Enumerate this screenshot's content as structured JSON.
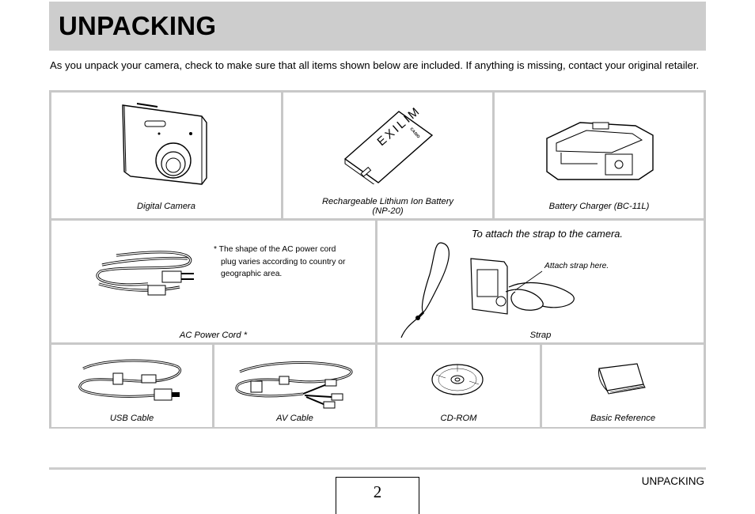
{
  "header": {
    "title": "UNPACKING"
  },
  "intro_text": "As you unpack your camera, check to make sure that all items shown below are included. If anything is missing, contact your original retailer.",
  "items": {
    "camera": {
      "caption": "Digital Camera"
    },
    "battery": {
      "caption_line1": "Rechargeable Lithium Ion Battery",
      "caption_line2": "(NP-20)",
      "brand": "EXILIM",
      "maker": "CASIO"
    },
    "charger": {
      "caption": "Battery Charger (BC-11L)"
    },
    "power_cord": {
      "caption": "AC Power Cord *",
      "note_line1": "* The shape of the AC power cord",
      "note_line2": "plug varies according to country or",
      "note_line3": "geographic area."
    },
    "strap": {
      "caption": "Strap",
      "title": "To attach the strap to the camera.",
      "attach_label": "Attach strap here."
    },
    "usb_cable": {
      "caption": "USB Cable"
    },
    "av_cable": {
      "caption": "AV Cable"
    },
    "cd_rom": {
      "caption": "CD-ROM"
    },
    "basic_reference": {
      "caption": "Basic Reference"
    }
  },
  "footer": {
    "section_label": "UNPACKING",
    "page_number": "2"
  }
}
